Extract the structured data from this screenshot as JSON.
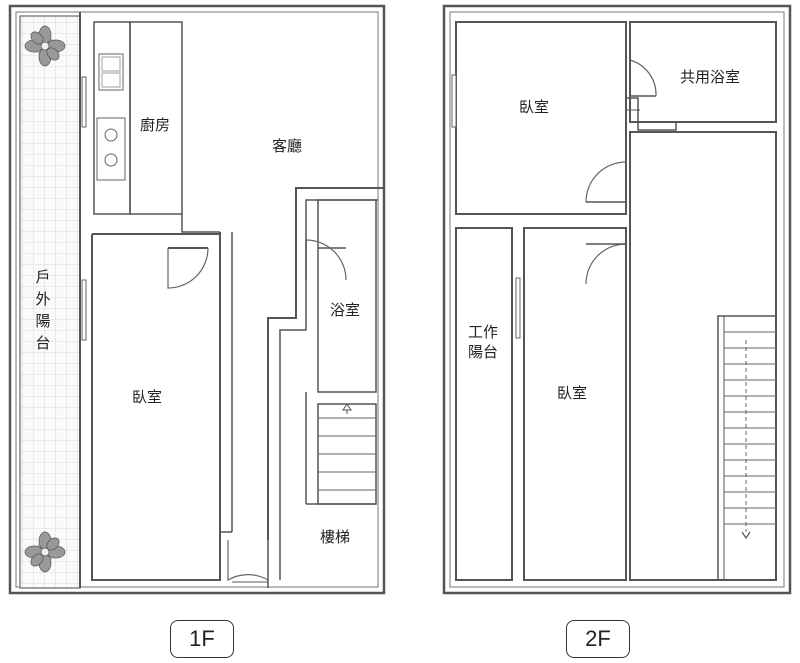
{
  "floor1": {
    "tag": "1F",
    "rooms": {
      "balcony": "戶外陽台",
      "kitchen": "廚房",
      "living": "客廳",
      "bedroom": "臥室",
      "bathroom": "浴室",
      "stairs": "樓梯"
    }
  },
  "floor2": {
    "tag": "2F",
    "rooms": {
      "bedroom_top": "臥室",
      "shared_bath": "共用浴室",
      "work_balcony": "工作陽台",
      "bedroom_bottom": "臥室"
    }
  },
  "colors": {
    "wall": "#4a4a4a",
    "fill": "#ffffff",
    "grid": "#cfcfcf"
  }
}
